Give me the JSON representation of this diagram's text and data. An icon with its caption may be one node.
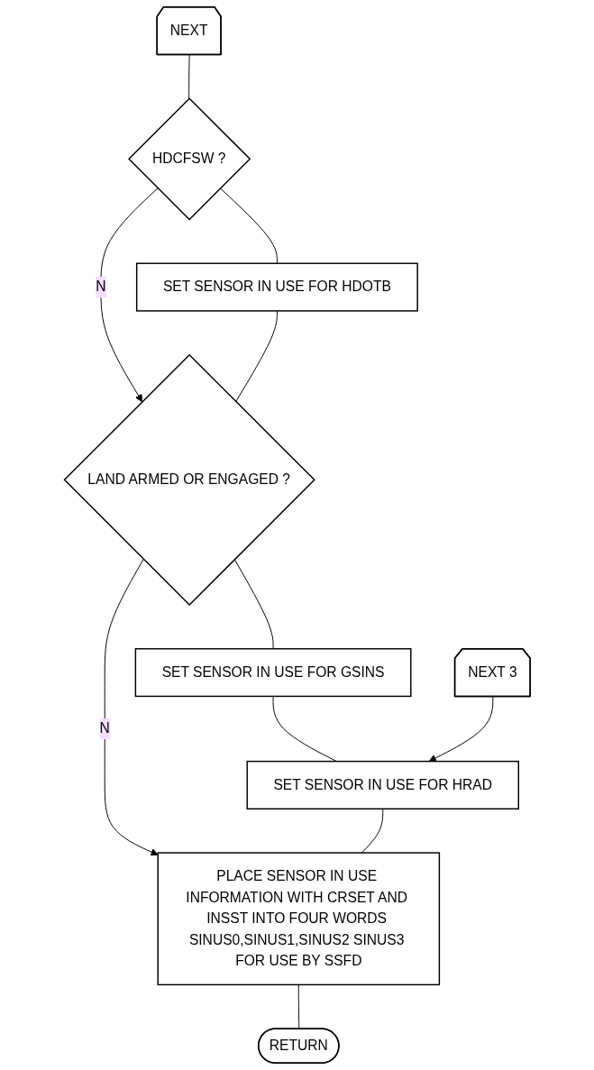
{
  "diagram": {
    "nodes": [
      {
        "text": [
          "NEXT 3"
        ]
      },
      {
        "text": [
          "NEXT"
        ]
      },
      {
        "text": [
          "HDCFSW ?"
        ]
      },
      {
        "text": [
          "SET SENSOR IN USE FOR HDOTB"
        ]
      },
      {
        "text": [
          "LAND ARMED OR ENGAGED ?"
        ]
      },
      {
        "text": [
          "SET SENSOR IN USE FOR GSINS"
        ]
      },
      {
        "text": [
          "SET SENSOR IN USE FOR HRAD"
        ]
      },
      {
        "text": [
          "PLACE SENSOR IN USE INFORMATION WITH CRSET AND INSST INTO FOUR WORDS SINUS0,SINUS1,SINUS2 SINUS3 FOR USE BY SSFD"
        ]
      },
      {
        "text": [
          "RETURN"
        ]
      }
    ],
    "edges": [
      {
        "from": 1,
        "to": 2,
        "arrow": "none"
      },
      {
        "from": 2,
        "to": 3,
        "arrow": "none"
      },
      {
        "from": 2,
        "to": 4,
        "label": "N",
        "arrow": "to"
      },
      {
        "from": 3,
        "to": 4,
        "arrow": "none"
      },
      {
        "from": 4,
        "to": 5,
        "arrow": "none"
      },
      {
        "from": 5,
        "to": 6,
        "arrow": "none"
      },
      {
        "from": 0,
        "to": 6,
        "arrow": "to"
      },
      {
        "from": 4,
        "to": 7,
        "label": "N",
        "arrow": "to"
      },
      {
        "from": 6,
        "to": 7,
        "arrow": "none"
      },
      {
        "from": 7,
        "to": 8,
        "arrow": "none"
      }
    ]
  }
}
